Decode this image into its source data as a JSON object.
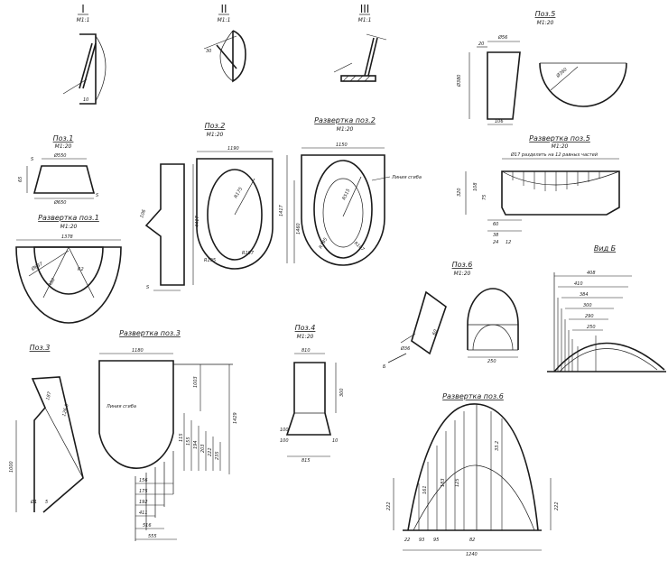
{
  "sections": {
    "s1": {
      "numeral": "I",
      "scale": "М1:1"
    },
    "s2": {
      "numeral": "II",
      "scale": "М1:1"
    },
    "s3": {
      "numeral": "III",
      "scale": "М1:1"
    }
  },
  "pos5": {
    "title": "Поз.5",
    "scale": "М1:20",
    "dims": [
      "Ø56",
      "20",
      "Ø380",
      "Ø360",
      "106"
    ]
  },
  "pos1": {
    "title": "Поз.1",
    "scale": "М1:20",
    "dims": [
      "Ø550",
      "Ø650",
      "S",
      "S",
      "65"
    ]
  },
  "pos2": {
    "title": "Поз.2",
    "scale": "М1:20",
    "dims": [
      "1190",
      "R175",
      "R107",
      "R195",
      "106",
      "4417",
      "S"
    ]
  },
  "dev2": {
    "title": "Развертка поз.2",
    "scale": "М1:20",
    "line_label": "Линия сгиба",
    "dims": [
      "1150",
      "R515",
      "R195",
      "R107",
      "1417",
      "1460"
    ]
  },
  "dev5": {
    "title": "Развертка поз.5",
    "scale": "М1:20",
    "note": "Ø17 разделить на 12 равных частей",
    "dims": [
      "320",
      "108",
      "75",
      "60",
      "38",
      "24",
      "12"
    ]
  },
  "dev1": {
    "title": "Развертка поз.1",
    "scale": "М1:20",
    "dims": [
      "1378",
      "Ø637",
      "R80",
      "R2"
    ]
  },
  "pos6": {
    "title": "Поз.6",
    "scale": "М1:20",
    "dims": [
      "Ø36",
      "60",
      "250"
    ],
    "view_ref": "Б"
  },
  "view_b": {
    "title": "Вид Б",
    "dims": [
      "408",
      "410",
      "384",
      "300",
      "290",
      "250"
    ]
  },
  "pos3": {
    "title": "Поз.3",
    "dims": [
      "187",
      "126.5",
      "1000",
      "Ø1",
      "5"
    ]
  },
  "dev3": {
    "title": "Развертка поз.3",
    "line_label": "Линия сгиба",
    "dims": [
      "1180",
      "1003",
      "1429",
      "115",
      "155",
      "194",
      "203",
      "222",
      "235",
      "156",
      "175",
      "192",
      "411",
      "516",
      "555"
    ]
  },
  "pos4": {
    "title": "Поз.4",
    "scale": "М1:20",
    "dims": [
      "810",
      "300",
      "100",
      "100",
      "10",
      "815"
    ]
  },
  "dev6": {
    "title": "Развертка поз.6",
    "dims": [
      "222",
      "222",
      "33.2",
      "22",
      "93",
      "95",
      "1240",
      "161",
      "183",
      "125",
      "82"
    ]
  }
}
